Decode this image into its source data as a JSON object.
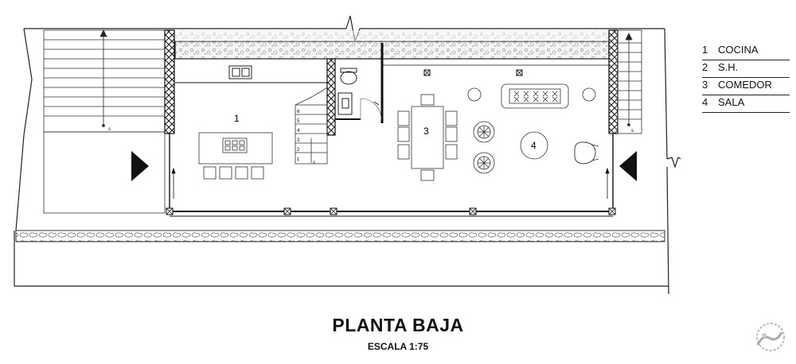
{
  "legend": {
    "items": [
      {
        "num": "1",
        "label": "COCINA"
      },
      {
        "num": "2",
        "label": "S.H."
      },
      {
        "num": "3",
        "label": "COMEDOR"
      },
      {
        "num": "4",
        "label": "SALA"
      }
    ]
  },
  "rooms": {
    "kitchen_num": "1",
    "dining_num": "3",
    "living_num": "4"
  },
  "stairs": {
    "steps": [
      "6",
      "5",
      "4",
      "3",
      "2",
      "1"
    ],
    "left_arrow_label": "s",
    "right_arrow_label": "s",
    "interior_arrow_label": "s"
  },
  "drawing": {
    "title": "PLANTA BAJA",
    "scale": "ESCALA 1:75"
  }
}
